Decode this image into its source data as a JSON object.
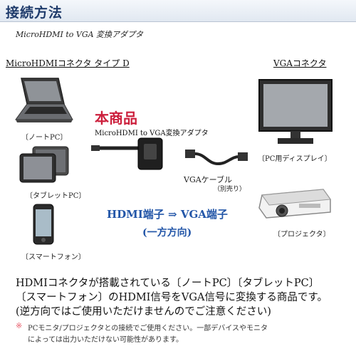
{
  "header": {
    "title": "接続方法",
    "subtitle": "MicroHDMI to VGA 変換アダプタ"
  },
  "left": {
    "connector_label": "MicroHDMIコネクタ タイプ D",
    "devices": [
      {
        "caption": "〔ノートPC〕"
      },
      {
        "caption": "〔タブレットPC〕"
      },
      {
        "caption": "〔スマートフォン〕"
      }
    ]
  },
  "center": {
    "product_title": "本商品",
    "product_subtitle": "MicroHDMI to VGA変換アダプタ",
    "cable_label": "VGAケーブル",
    "cable_note": "（別売り）",
    "flow_main": "HDMI端子 ⇒ VGA端子",
    "flow_sub": "(一方方向)"
  },
  "right": {
    "connector_label": "VGAコネクタ",
    "devices": [
      {
        "caption": "〔PC用ディスプレイ〕"
      },
      {
        "caption": "〔プロジェクタ〕"
      }
    ]
  },
  "description": {
    "line1": "HDMIコネクタが搭載されている〔ノートPC〕〔タブレットPC〕",
    "line2": "〔スマートフォン〕のHDMI信号をVGA信号に変換する商品です。",
    "line3": "(逆方向ではご使用いただけませんのでご注意ください)"
  },
  "note": {
    "mark": "※",
    "line1": "PCモニタ/プロジェクタとの接続でご使用ください。一部デバイスやモニタ",
    "line2": "によっては出力いただけない可能性があります。"
  },
  "colors": {
    "title": "#1f3b6b",
    "product_red": "#cc1f3c",
    "flow_blue": "#2356a8",
    "note_mark": "#e85c6a"
  }
}
